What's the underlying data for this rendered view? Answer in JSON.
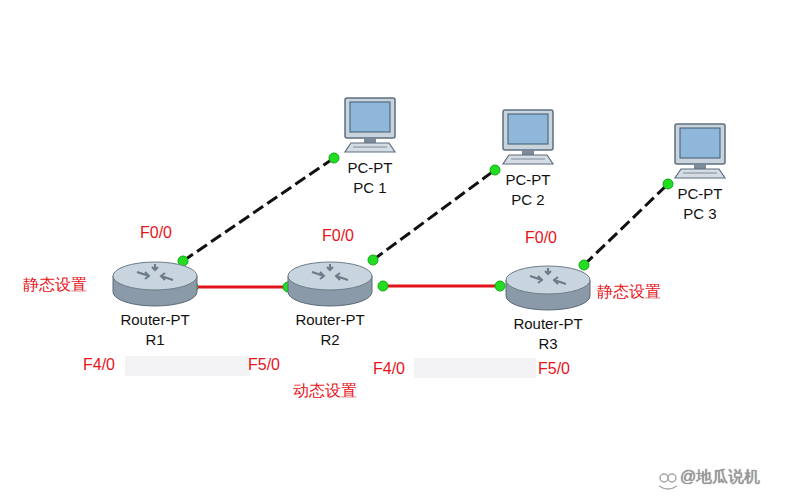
{
  "diagram": {
    "nodes": [
      {
        "text": [
          "PC-PT",
          "PC 1"
        ]
      },
      {
        "text": [
          "PC-PT",
          "PC 2"
        ]
      },
      {
        "text": [
          "PC-PT",
          "PC 3"
        ]
      },
      {
        "text": [
          "Router-PT",
          "R1"
        ]
      },
      {
        "text": [
          "Router-PT",
          "R2"
        ]
      },
      {
        "text": [
          "Router-PT",
          "R3"
        ]
      }
    ],
    "edges": [
      {
        "from": 3,
        "to": 0,
        "arrow": "none"
      },
      {
        "from": 4,
        "to": 1,
        "arrow": "none"
      },
      {
        "from": 5,
        "to": 2,
        "arrow": "none"
      },
      {
        "from": 3,
        "to": 4,
        "arrow": "none"
      },
      {
        "from": 4,
        "to": 5,
        "arrow": "none"
      }
    ],
    "labels": [
      "F0/0",
      "F0/0",
      "F0/0",
      "静态设置",
      "静态设置",
      "F4/0",
      "F5/0",
      "F4/0",
      "F5/0",
      "动态设置",
      "@地瓜说机"
    ]
  }
}
